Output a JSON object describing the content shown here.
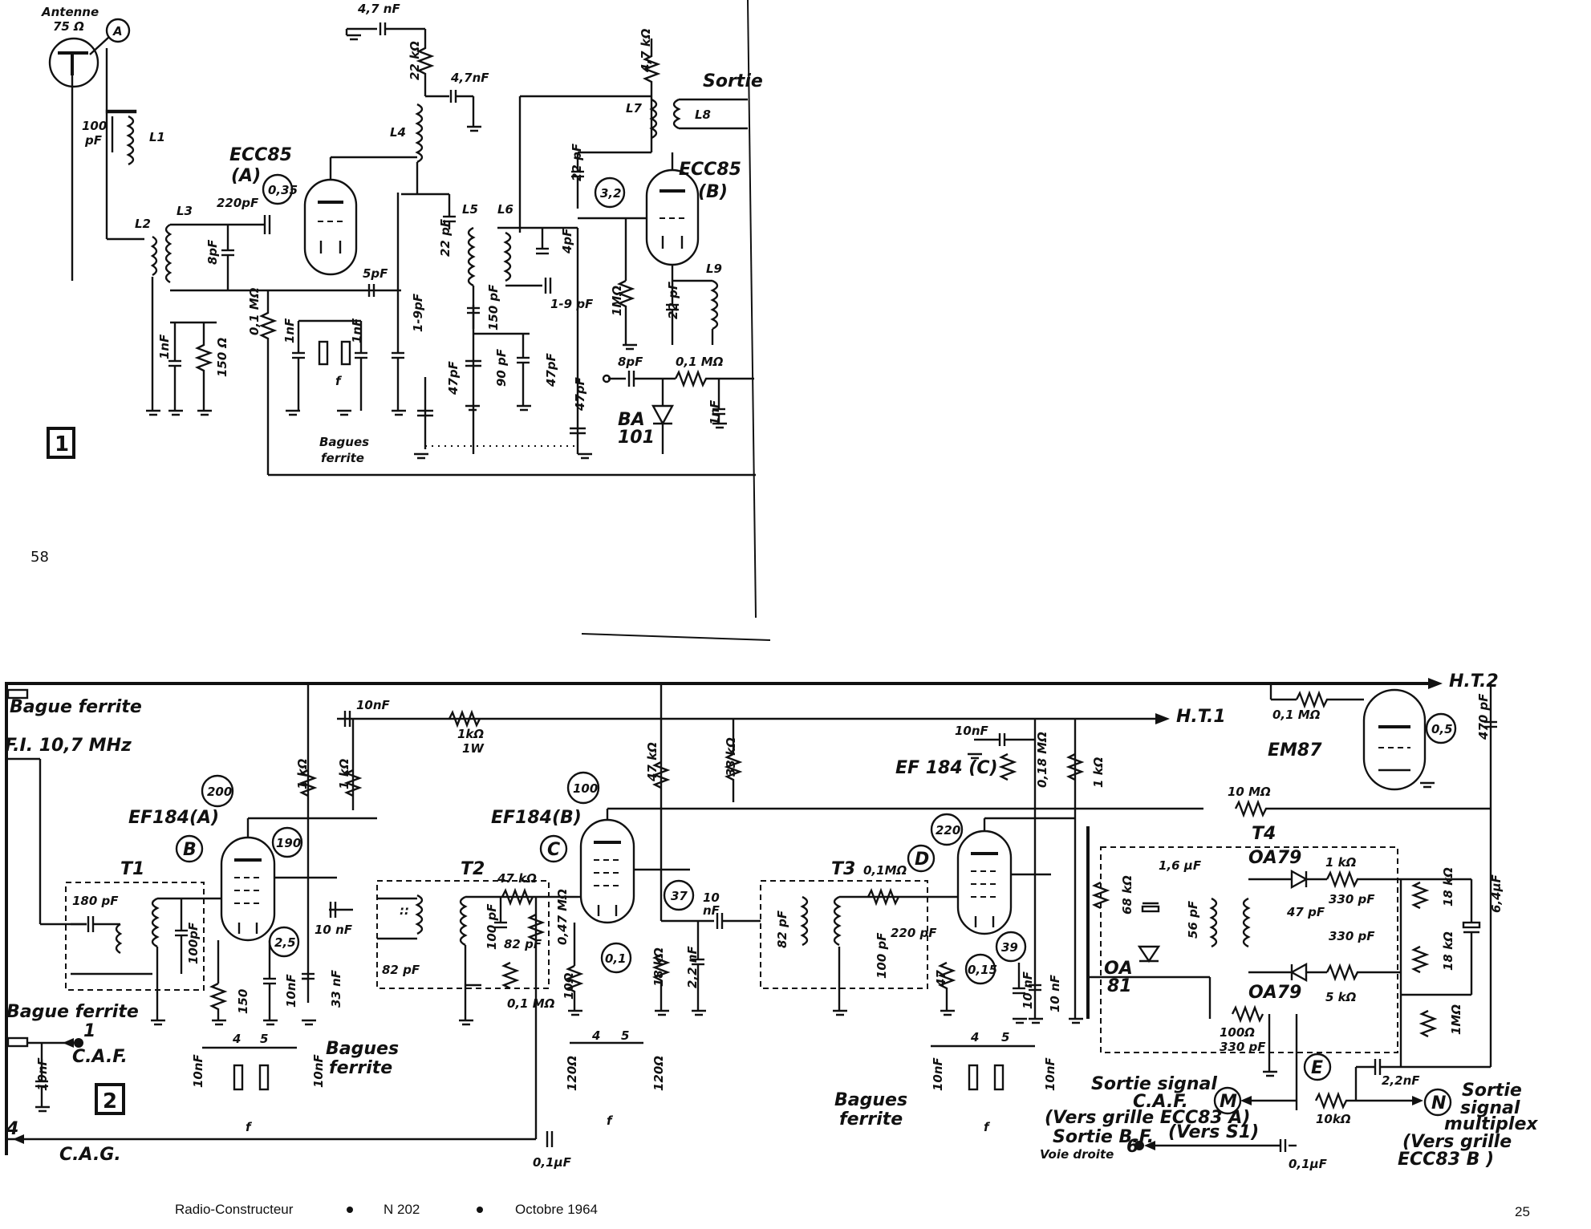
{
  "page": {
    "page_left_number": "58",
    "page_right_number": "25",
    "footer": {
      "journal": "Radio-Constructeur",
      "number_label": "N 202",
      "date": "Octobre 1964"
    }
  },
  "fig1": {
    "figure_number": "1",
    "antenna": "Antenne",
    "antenna_impedance": "75 Ω",
    "point_a": "A",
    "output": "Sortie",
    "tube_a": "ECC85",
    "tube_a_section": "(A)",
    "tube_b": "ECC85",
    "tube_b_section": "(B)",
    "voltage_a": "0,35",
    "voltage_b": "3,2",
    "diode": "BA",
    "diode_2": "101",
    "ferrite_rings": "Bagues",
    "ferrite_rings_2": "ferrite",
    "ferrite_f": "f",
    "coils": [
      "L1",
      "L2",
      "L3",
      "L4",
      "L5",
      "L6",
      "L7",
      "L8",
      "L9"
    ],
    "components": {
      "c_4n7_top": "4,7 nF",
      "c_4n7_mid": "4,7nF",
      "r_22k": "22 kΩ",
      "r_4k7": "4,7 kΩ",
      "c_100p": "100",
      "c_100p_unit": "pF",
      "c_220p": "220pF",
      "c_8p_l3": "8pF",
      "c_5p": "5pF",
      "c_1n_a": "1nF",
      "r_150": "150 Ω",
      "r_0m1_grid": "0,1 MΩ",
      "c_1n_b": "1nF",
      "c_1n_c": "1nF",
      "c_1_9p": "1-9pF",
      "c_22p_a": "22 pF",
      "c_22p_b": "22 pF",
      "c_22p_c": "22 pF",
      "c_150p": "150 pF",
      "c_90p": "90 pF",
      "c_47p_a": "47pF",
      "c_47p_b": "47pF",
      "c_47p_c": "47pF",
      "c_4p": "4pF",
      "c_1_9p_b": "1-9 pF",
      "r_1m": "1MΩ",
      "c_8p_out": "8pF",
      "r_0m1_out": "0,1 MΩ",
      "c_1n_out": "1nF"
    }
  },
  "fig2": {
    "figure_number": "2",
    "ferrite_ring_input": "Bague ferrite",
    "if_input": "F.I. 10,7 MHz",
    "ferrite_ring_caf": "Bague ferrite",
    "caf": "C.A.F.",
    "cag": "C.A.G.",
    "caf_pin": "1",
    "cag_pin": "4",
    "ht1": "H.T.1",
    "ht2": "H.T.2",
    "tube_a": "EF184(A)",
    "tube_b": "EF184(B)",
    "tube_c": "EF 184 (C)",
    "tube_em": "EM87",
    "transformers": [
      "T1",
      "T2",
      "T3",
      "T4"
    ],
    "points": [
      "B",
      "C",
      "D",
      "E",
      "M",
      "N"
    ],
    "voltages": [
      "200",
      "190",
      "2,5",
      "100",
      "37",
      "0,1",
      "220",
      "39",
      "0,15",
      "0,5"
    ],
    "pins": {
      "four": "4",
      "five": "5"
    },
    "ferrite_rings_a": "Bagues",
    "ferrite_rings_a2": "ferrite",
    "ferrite_rings_b": "Bagues",
    "ferrite_rings_b2": "ferrite",
    "ferrite_f": "f",
    "outputs": {
      "caf_title": "Sortie signal",
      "caf_title2": "C.A.F.",
      "caf_dest": "(Vers grille ECC83 A)",
      "bf_title": "Sortie B.F.",
      "bf_sub": "Voie droite",
      "bf_pin": "6",
      "bf_dest": "(Vers S1)",
      "mpx_title": "Sortie",
      "mpx_title2": "signal",
      "mpx_title3": "multiplex",
      "mpx_dest": "(Vers grille",
      "mpx_dest2": "ECC83 B )"
    },
    "components": {
      "c_10n_ht": "10nF",
      "r_1k_1w": "1kΩ",
      "r_1w": "1W",
      "r_1k_a": "1 kΩ",
      "r_1k_b": "1 kΩ",
      "r_47k": "47 kΩ",
      "r_33k": "33 kΩ",
      "c_10n_c": "10nF",
      "r_0m18": "0,18 MΩ",
      "r_1k_c": "1 kΩ",
      "r_0m1_em": "0,1 MΩ",
      "c_470p": "470 pF",
      "r_10m": "10 MΩ",
      "c_180p": "180 pF",
      "c_100p_t1": "100pF",
      "r_150": "150",
      "c_10n_a": "10nF",
      "c_33n": "33 nF",
      "c_10n_b": "10 nF",
      "c_82p_t2": "82 pF",
      "r_47k_t2": "47 kΩ",
      "c_100p_t2": "100 pF",
      "c_82p_t2b": "82 pF",
      "r_0m47": "0,47 MΩ",
      "r_0m1": "0,1 MΩ",
      "r_10": "10Ω",
      "r_18k": "18 kΩ",
      "c_2n2": "2,2 nF",
      "c_10n_d": "10 nF",
      "c_82p_t3": "82 pF",
      "r_0m1_t3": "0,1MΩ",
      "c_220p_t3": "220 pF",
      "c_100p_t3": "100 pF",
      "r_47": "47",
      "c_10n_e": "10 nF",
      "c_10n_f": "10 nF",
      "r_68k": "68 kΩ",
      "c_1u6": "1,6 μF",
      "d_oa81": "OA",
      "d_oa81b": "81",
      "c_56p": "56 pF",
      "d_oa79_a": "OA79",
      "d_oa79_b": "OA79",
      "r_1k_t4": "1 kΩ",
      "c_47p_t4": "47 pF",
      "c_330p_a": "330 pF",
      "c_330p_b": "330 pF",
      "r_5k": "5 kΩ",
      "r_18k_a": "18 kΩ",
      "r_18k_b": "18 kΩ",
      "c_6u4": "6,4μF",
      "r_1m": "1MΩ",
      "r_100": "100Ω",
      "c_330p_c": "330 pF",
      "c_2n2_out": "2,2nF",
      "r_10k": "10kΩ",
      "c_0u1_bf": "0,1μF",
      "c_0u1_cag": "0,1μF",
      "c_10n_caf": "10nF",
      "c_10n_ring_a": "10nF",
      "c_10n_ring_b": "10nF",
      "r_120_a": "120Ω",
      "r_120_b": "120Ω",
      "c_10n_ring_c": "10nF",
      "c_10n_ring_d": "10nF"
    }
  }
}
